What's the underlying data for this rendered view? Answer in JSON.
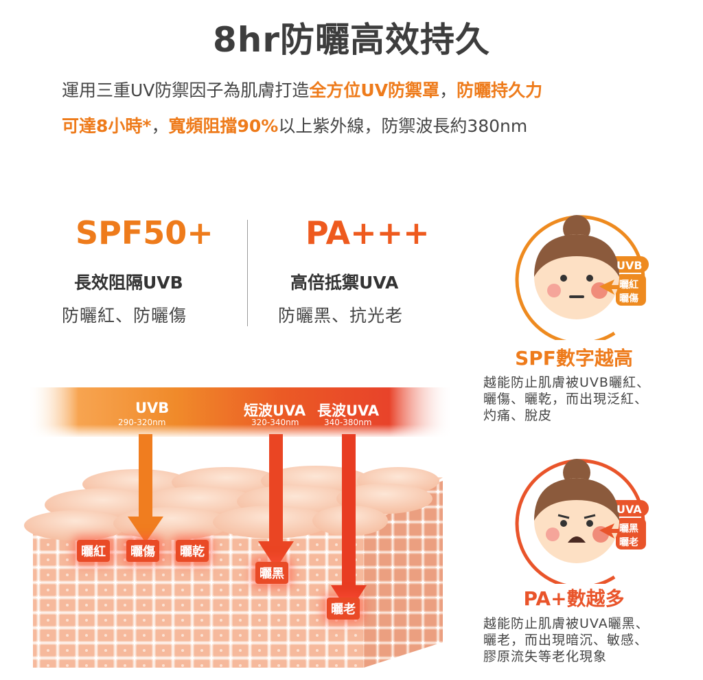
{
  "title": "8hr防曬高效持久",
  "intro": {
    "line1_a": "運用三重UV防禦因子為肌膚打造",
    "line1_hl1": "全方位UV防禦罩",
    "line1_b": "，",
    "line1_hl2": "防曬持久力",
    "line2_hl": "可達8小時*",
    "line2_a": "，",
    "line2_hl2": "寬頻阻擋90%",
    "line2_b": "以上紫外線，防禦波長約380nm"
  },
  "spf": {
    "head": "SPF50+",
    "sub1": "長效阻隔UVB",
    "sub2": "防曬紅、防曬傷"
  },
  "pa": {
    "head": "PA+++",
    "sub1": "高倍抵禦UVA",
    "sub2": "防曬黑、抗光老"
  },
  "uv_band": {
    "uvb": {
      "label": "UVB",
      "range": "290-320nm"
    },
    "short_uva": {
      "label": "短波UVA",
      "range": "320-340nm"
    },
    "long_uva": {
      "label": "長波UVA",
      "range": "340-380nm"
    }
  },
  "skin_tags": {
    "red": "曬紅",
    "burn": "曬傷",
    "dry": "曬乾",
    "dark": "曬黑",
    "aging": "曬老"
  },
  "face_uvb": {
    "label": "UVB",
    "tag1": "曬紅",
    "tag2": "曬傷"
  },
  "face_uva": {
    "label": "UVA",
    "tag1": "曬黑",
    "tag2": "曬老"
  },
  "spf_side": {
    "head": "SPF數字越高",
    "l1": "越能防止肌膚被UVB曬紅、",
    "l2": "曬傷、曬乾，而出現泛紅、",
    "l3": "灼痛、脫皮"
  },
  "pa_side": {
    "head": "PA+數越多",
    "l1": "越能防止肌膚被UVA曬黑、",
    "l2": "曬老，而出現暗沉、敏感、",
    "l3": "膠原流失等老化現象"
  },
  "colors": {
    "orange": "#ee7b1b",
    "red_orange": "#e94a26",
    "skin": "#f7c4a8",
    "skin_dark": "#ec9b7c"
  }
}
